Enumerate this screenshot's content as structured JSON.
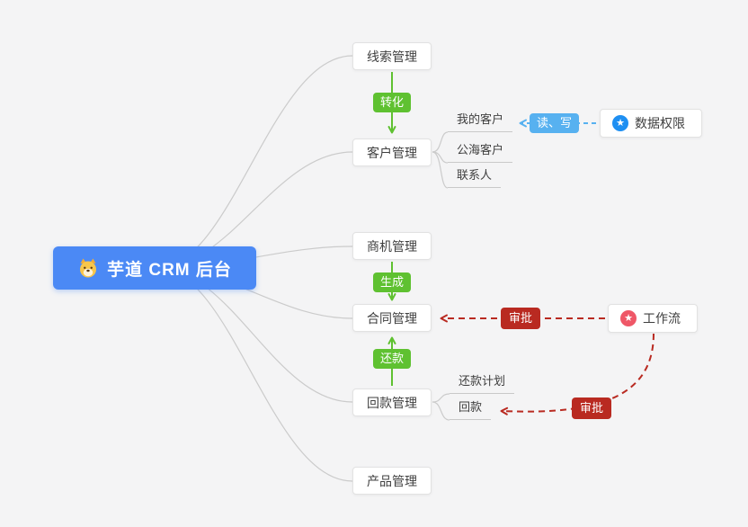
{
  "diagram": {
    "root": {
      "label": "芋道 CRM 后台",
      "color": "#4b89f5"
    },
    "modules": {
      "leads": {
        "label": "线索管理"
      },
      "customers": {
        "label": "客户管理",
        "children": {
          "my": "我的客户",
          "public": "公海客户",
          "contacts": "联系人"
        }
      },
      "opportunities": {
        "label": "商机管理"
      },
      "contracts": {
        "label": "合同管理"
      },
      "payments": {
        "label": "回款管理",
        "children": {
          "plan": "还款计划",
          "receipt": "回款"
        }
      },
      "products": {
        "label": "产品管理"
      }
    },
    "supports": {
      "data_permission": {
        "label": "数据权限",
        "icon": "star-icon",
        "icon_glyph": "★",
        "icon_color": "#1e8ff2"
      },
      "workflow": {
        "label": "工作流",
        "icon": "star-icon",
        "icon_glyph": "★",
        "icon_color": "#ef5767"
      }
    },
    "edges": {
      "convert": {
        "label": "转化",
        "color": "#5fc131"
      },
      "generate": {
        "label": "生成",
        "color": "#5fc131"
      },
      "repay": {
        "label": "还款",
        "color": "#5fc131"
      },
      "read_write": {
        "label": "读、写",
        "color": "#57b1f0"
      },
      "approve_contract": {
        "label": "审批",
        "color": "#b92a21"
      },
      "approve_receipt": {
        "label": "审批",
        "color": "#b92a21"
      }
    }
  }
}
